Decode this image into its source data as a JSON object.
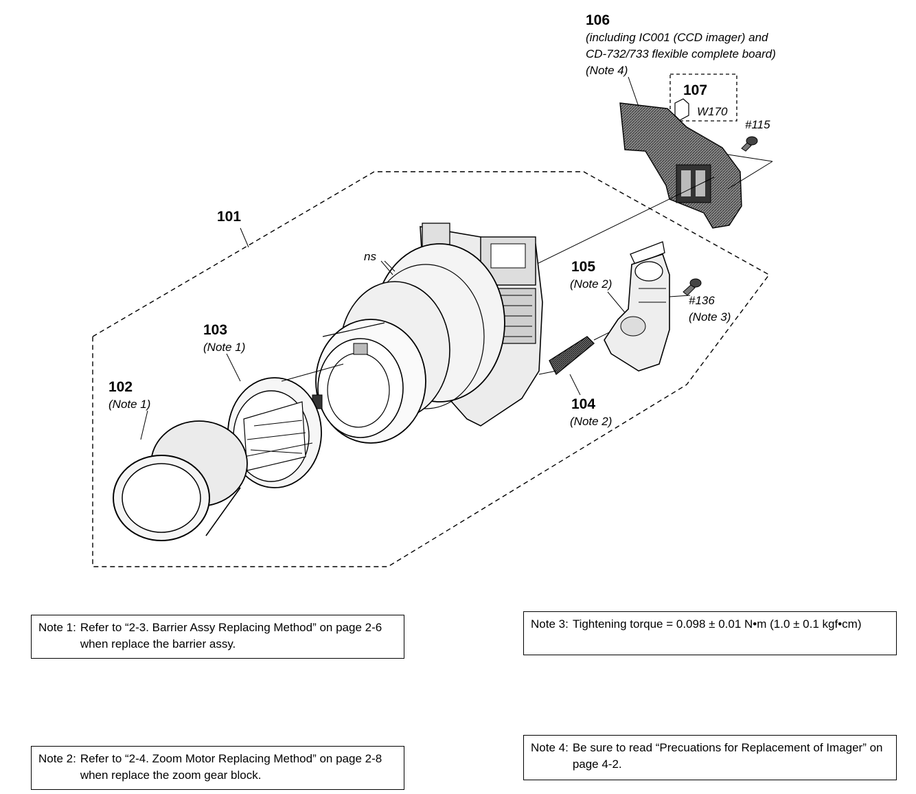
{
  "callouts": {
    "c106": {
      "number": "106",
      "desc": [
        "(including IC001 (CCD imager) and",
        "CD-732/733 flexible complete board)",
        "(Note 4)"
      ]
    },
    "c107": {
      "number": "107",
      "sub": "W170"
    },
    "c115": {
      "label": "#115"
    },
    "c101": {
      "number": "101"
    },
    "cns": {
      "label": "ns"
    },
    "c105": {
      "number": "105",
      "note": "(Note 2)"
    },
    "c136": {
      "label": "#136",
      "note": "(Note 3)"
    },
    "c103": {
      "number": "103",
      "note": "(Note 1)"
    },
    "c102": {
      "number": "102",
      "note": "(Note 1)"
    },
    "c104": {
      "number": "104",
      "note": "(Note 2)"
    }
  },
  "notes": [
    {
      "label": "Note 1:",
      "text": "Refer to “2-3. Barrier Assy Replacing Method” on page 2-6 when replace the barrier assy."
    },
    {
      "label": "Note 2:",
      "text": "Refer to “2-4. Zoom Motor Replacing Method” on page 2-8 when replace the zoom gear block."
    },
    {
      "label": "Note 3:",
      "text": "Tightening torque = 0.098 ± 0.01 N•m (1.0 ± 0.1 kgf•cm)"
    },
    {
      "label": "Note 4:",
      "text": "Be sure to read “Precuations for Replacement of Imager” on page 4-2."
    }
  ]
}
